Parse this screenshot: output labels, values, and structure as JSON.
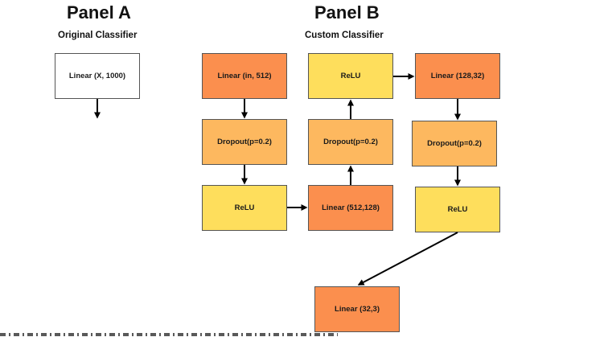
{
  "panel_a": {
    "title": "Panel A",
    "subtitle": "Original Classifier",
    "nodes": {
      "linear": "Linear (X, 1000)"
    }
  },
  "panel_b": {
    "title": "Panel B",
    "subtitle": "Custom Classifier",
    "nodes": {
      "linear_in": "Linear (in, 512)",
      "dropout_1": "Dropout(p=0.2)",
      "relu_1": "ReLU",
      "linear_512_128": "Linear (512,128)",
      "dropout_2": "Dropout(p=0.2)",
      "relu_2": "ReLU",
      "linear_128_32": "Linear (128,32)",
      "dropout_3": "Dropout(p=0.2)",
      "relu_3": "ReLU",
      "linear_32_3": "Linear (32,3)"
    }
  },
  "colors": {
    "linear": "#fb8f4e",
    "dropout": "#fdb85f",
    "relu": "#fede5c",
    "plain": "#ffffff",
    "arrow": "#000000"
  }
}
